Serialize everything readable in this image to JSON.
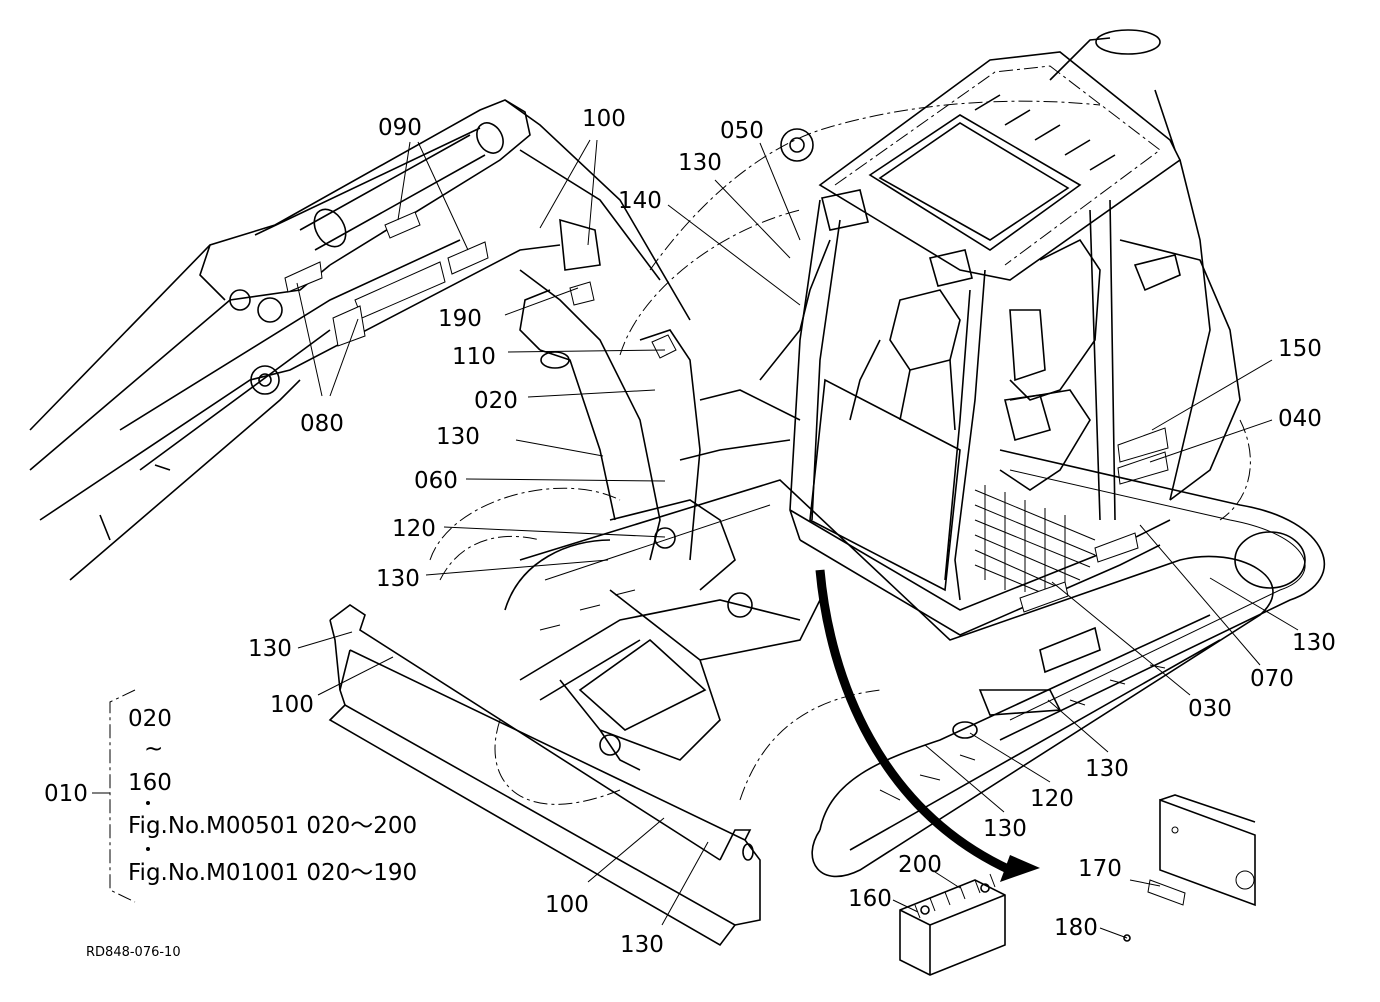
{
  "diagram": {
    "drawing_id": "RD848-076-10",
    "callouts": [
      "090",
      "100",
      "050",
      "130",
      "140",
      "190",
      "110",
      "020",
      "130",
      "060",
      "120",
      "130",
      "080",
      "150",
      "040",
      "130",
      "070",
      "030",
      "130",
      "120",
      "130",
      "100",
      "130",
      "200",
      "160",
      "170",
      "180",
      "100",
      "130"
    ],
    "assembly_note": {
      "part": "010",
      "range_start": "020",
      "tilde": "~",
      "range_end": "160",
      "ref1": "Fig.No.M00501  020～200",
      "ref2": "Fig.No.M01001  020～190"
    }
  }
}
